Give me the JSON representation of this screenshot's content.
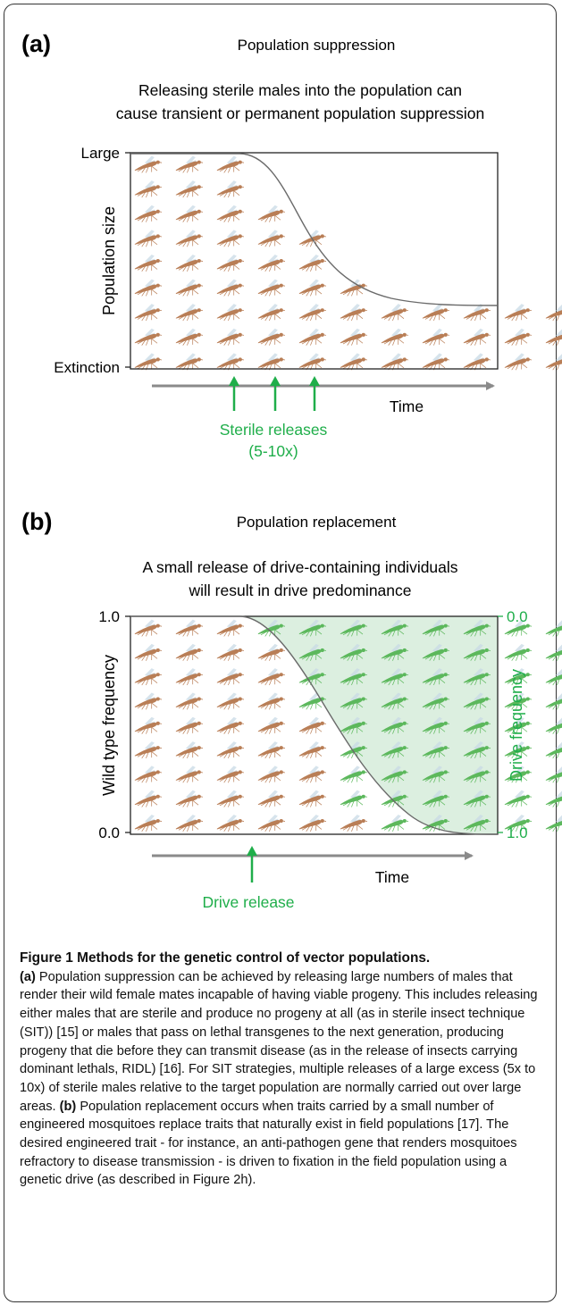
{
  "panel_a": {
    "letter": "(a)",
    "title": "Population suppression",
    "subtitle_line1": "Releasing sterile males into the population can",
    "subtitle_line2": "cause transient or permanent population suppression",
    "y_axis_label": "Population size",
    "y_top_tick": "Large",
    "y_bottom_tick": "Extinction",
    "x_axis_label": "Time",
    "release_label_line1": "Sterile releases",
    "release_label_line2": "(5-10x)",
    "release_count": 3,
    "mosquito_rows_per_column": [
      9,
      9,
      9,
      7,
      6,
      4,
      3,
      3,
      3,
      3,
      3
    ]
  },
  "panel_b": {
    "letter": "(b)",
    "title": "Population replacement",
    "subtitle_line1": "A small release of drive-containing individuals",
    "subtitle_line2": "will result in drive predominance",
    "y_left_label": "Wild type frequency",
    "y_left_top_tick": "1.0",
    "y_left_bottom_tick": "0.0",
    "y_right_label": "Drive frequency",
    "y_right_top_tick": "0.0",
    "y_right_bottom_tick": "1.0",
    "x_axis_label": "Time",
    "release_label": "Drive release",
    "drive_rows_per_column": [
      0,
      0,
      0,
      1,
      4,
      8,
      9,
      9,
      9,
      9,
      9
    ]
  },
  "colors": {
    "accent_green": "#1fae4a",
    "drive_shade": "#dcefe0",
    "curve": "#6a6a6a",
    "time_arrow": "#8a8a8a",
    "mosquito_wild": "#b97e56",
    "mosquito_drive": "#5cb85c"
  },
  "caption": {
    "figure_title": "Figure 1 Methods for the genetic control of vector populations.",
    "a_label": "(a)",
    "a_text": " Population suppression can be achieved by releasing large numbers of males that render their wild female mates incapable of having viable progeny. This includes releasing either males that are sterile and produce no progeny at all (as in sterile insect technique (SIT)) [15] or males that pass on lethal transgenes to the next generation, producing progeny that die before they can transmit disease (as in the release of insects carrying dominant lethals, RIDL) [16]. For SIT strategies, multiple releases of a large excess (5x to 10x) of sterile males relative to the target population are normally carried out over large areas. ",
    "b_label": "(b)",
    "b_text": " Population replacement occurs when traits carried by a small number of engineered mosquitoes replace traits that naturally exist in field populations [17]. The desired engineered trait - for instance, an anti-pathogen gene that renders mosquitoes refractory to disease transmission - is driven to fixation in the field population using a genetic drive (as described in Figure 2h)."
  }
}
